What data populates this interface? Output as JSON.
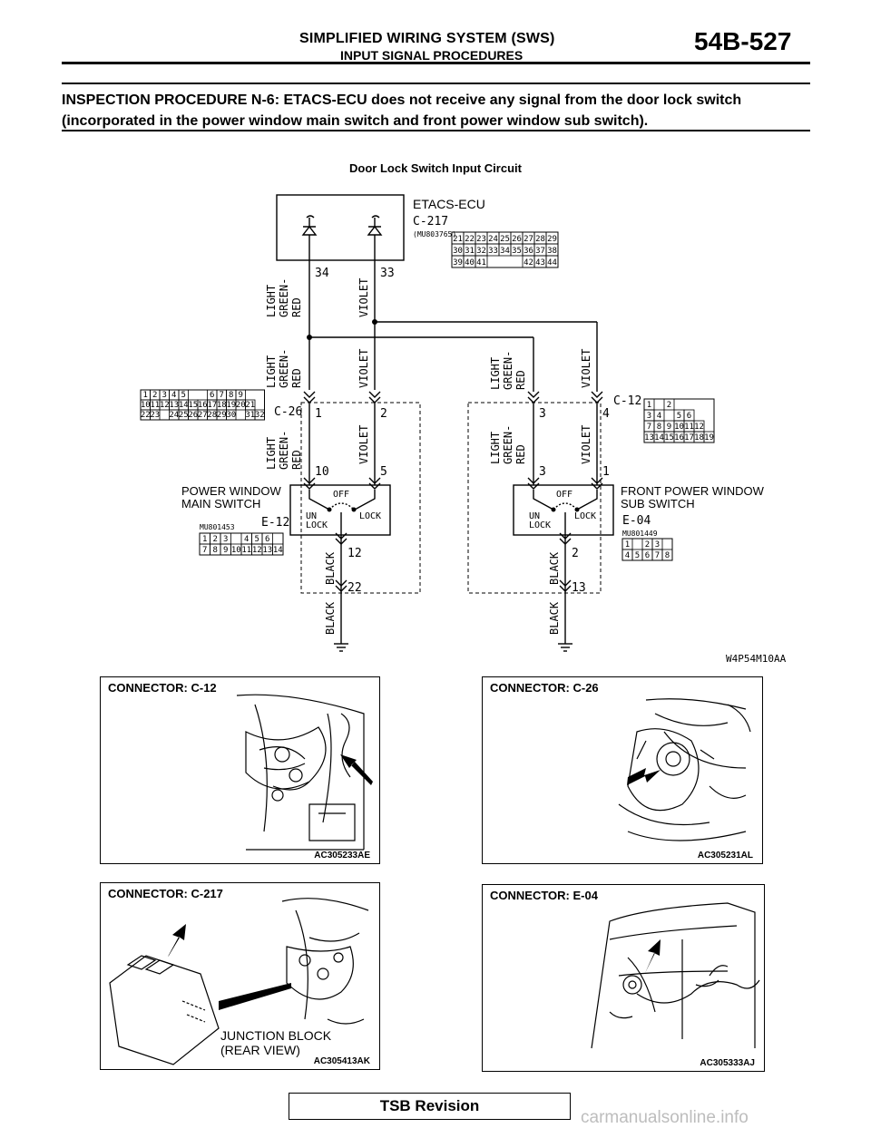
{
  "header": {
    "title": "SIMPLIFIED WIRING SYSTEM (SWS)",
    "subtitle": "INPUT SIGNAL PROCEDURES",
    "page_number": "54B-527"
  },
  "inspection": {
    "line1": "INSPECTION PROCEDURE N-6: ETACS-ECU does not receive any signal from the door lock switch",
    "line2": "(incorporated in the power window main switch and front power window sub switch)."
  },
  "diagram": {
    "title": "Door Lock Switch Input Circuit",
    "code": "W4P54M10AA",
    "ecu_label": "ETACS-ECU",
    "ecu_connector": "C-217",
    "ecu_part": "(MU803765)",
    "ecu_pins": [
      "34",
      "33"
    ],
    "wire_lgr": [
      "LIGHT",
      "GREEN-",
      "RED"
    ],
    "wire_violet": "VIOLET",
    "wire_black": "BLACK",
    "conn_c26": "C-26",
    "conn_c12": "C-12",
    "c26_pins": [
      "1",
      "2"
    ],
    "c12_pins": [
      "3",
      "4"
    ],
    "main_pins": [
      "10",
      "5"
    ],
    "sub_pins": [
      "3",
      "1"
    ],
    "main_switch_label": [
      "POWER WINDOW",
      "MAIN SWITCH"
    ],
    "sub_switch_label": [
      "FRONT POWER WINDOW",
      "SUB SWITCH"
    ],
    "switch_off": "OFF",
    "switch_unlock": [
      "UN",
      "LOCK"
    ],
    "switch_lock": "LOCK",
    "main_conn": "E-12",
    "main_part": "MU801453",
    "sub_conn": "E-04",
    "sub_part": "MU801449",
    "main_ground_pins": [
      "12",
      "22"
    ],
    "sub_ground_pins": [
      "2",
      "13"
    ],
    "c217_rows": [
      [
        "21",
        "22",
        "23",
        "24",
        "25",
        "26",
        "27",
        "28",
        "29"
      ],
      [
        "30",
        "31",
        "32",
        "33",
        "34",
        "35",
        "36",
        "37",
        "38"
      ],
      [
        "39",
        "40",
        "41",
        "",
        "",
        "",
        "42",
        "43",
        "44"
      ]
    ],
    "c26_rows": [
      [
        "1",
        "2",
        "3",
        "4",
        "5",
        "",
        "",
        "6",
        "7",
        "8",
        "9"
      ],
      [
        "10",
        "11",
        "12",
        "13",
        "14",
        "15",
        "16",
        "17",
        "18",
        "19",
        "20",
        "21"
      ],
      [
        "22",
        "23",
        "",
        "24",
        "25",
        "26",
        "27",
        "28",
        "29",
        "30",
        "",
        "31",
        "32"
      ]
    ],
    "c12_rows": [
      [
        "1",
        "",
        "2"
      ],
      [
        "3",
        "4",
        "",
        "5",
        "6"
      ],
      [
        "7",
        "8",
        "9",
        "10",
        "11",
        "12"
      ],
      [
        "13",
        "14",
        "15",
        "16",
        "17",
        "18",
        "19"
      ]
    ],
    "e12_rows": [
      [
        "1",
        "2",
        "3",
        "",
        "4",
        "5",
        "6"
      ],
      [
        "7",
        "8",
        "9",
        "10",
        "11",
        "12",
        "13",
        "14"
      ]
    ],
    "e04_rows": [
      [
        "1",
        "",
        "2",
        "3"
      ],
      [
        "4",
        "5",
        "6",
        "7",
        "8"
      ]
    ]
  },
  "photos": [
    {
      "caption": "CONNECTOR: C-12",
      "code": "AC305233AE"
    },
    {
      "caption": "CONNECTOR: C-26",
      "code": "AC305231AL"
    },
    {
      "caption": "CONNECTOR: C-217",
      "code": "AC305413AK",
      "note_line1": "JUNCTION BLOCK",
      "note_line2": "(REAR VIEW)"
    },
    {
      "caption": "CONNECTOR: E-04",
      "code": "AC305333AJ"
    }
  ],
  "footer": {
    "tsb": "TSB Revision",
    "watermark": "carmanualsonline.info"
  }
}
